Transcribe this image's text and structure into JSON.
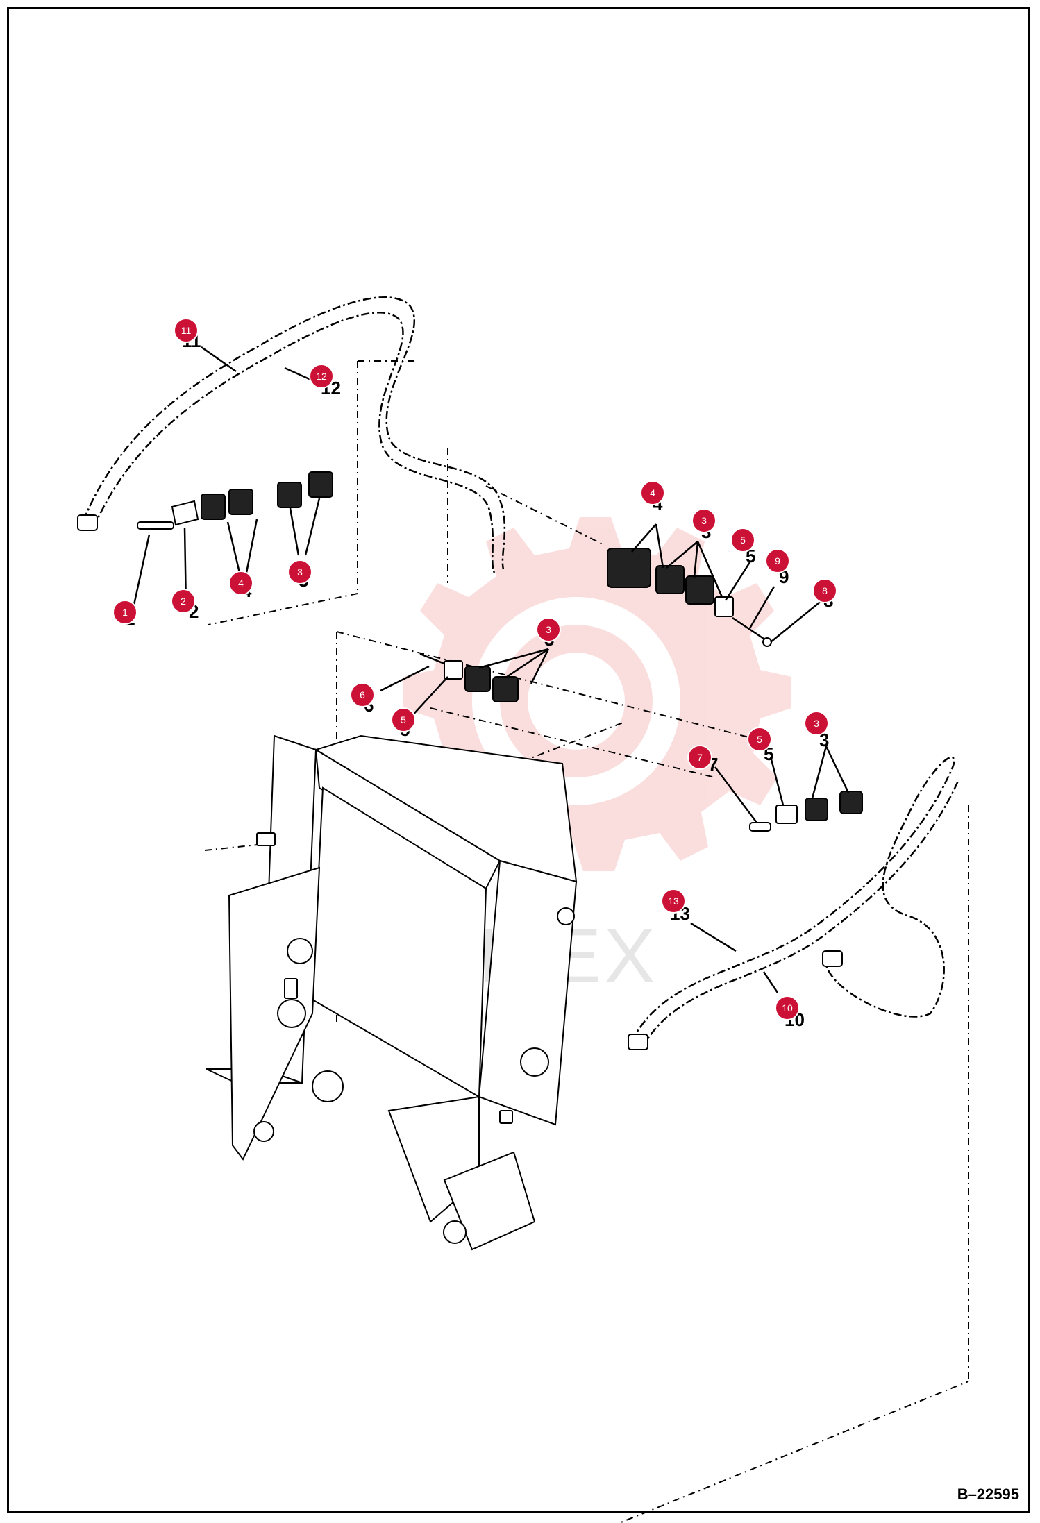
{
  "drawing_number": "B–22595",
  "watermark": {
    "text": "ИНТЕХ",
    "color": "#f6b7b7",
    "text_color": "#e6e6e6"
  },
  "accent_color": "#cc1136",
  "callouts": [
    {
      "id": "c1",
      "label": "1"
    },
    {
      "id": "c2",
      "label": "2"
    },
    {
      "id": "c3a",
      "label": "3"
    },
    {
      "id": "c4a",
      "label": "4"
    },
    {
      "id": "c11",
      "label": "11"
    },
    {
      "id": "c12",
      "label": "12"
    },
    {
      "id": "c4b",
      "label": "4"
    },
    {
      "id": "c3b",
      "label": "3"
    },
    {
      "id": "c5a",
      "label": "5"
    },
    {
      "id": "c9",
      "label": "9"
    },
    {
      "id": "c8",
      "label": "8"
    },
    {
      "id": "c3c",
      "label": "3"
    },
    {
      "id": "c6",
      "label": "6"
    },
    {
      "id": "c5b",
      "label": "5"
    },
    {
      "id": "c7",
      "label": "7"
    },
    {
      "id": "c5c",
      "label": "5"
    },
    {
      "id": "c3d",
      "label": "3"
    },
    {
      "id": "c13",
      "label": "13"
    },
    {
      "id": "c10",
      "label": "10"
    }
  ]
}
